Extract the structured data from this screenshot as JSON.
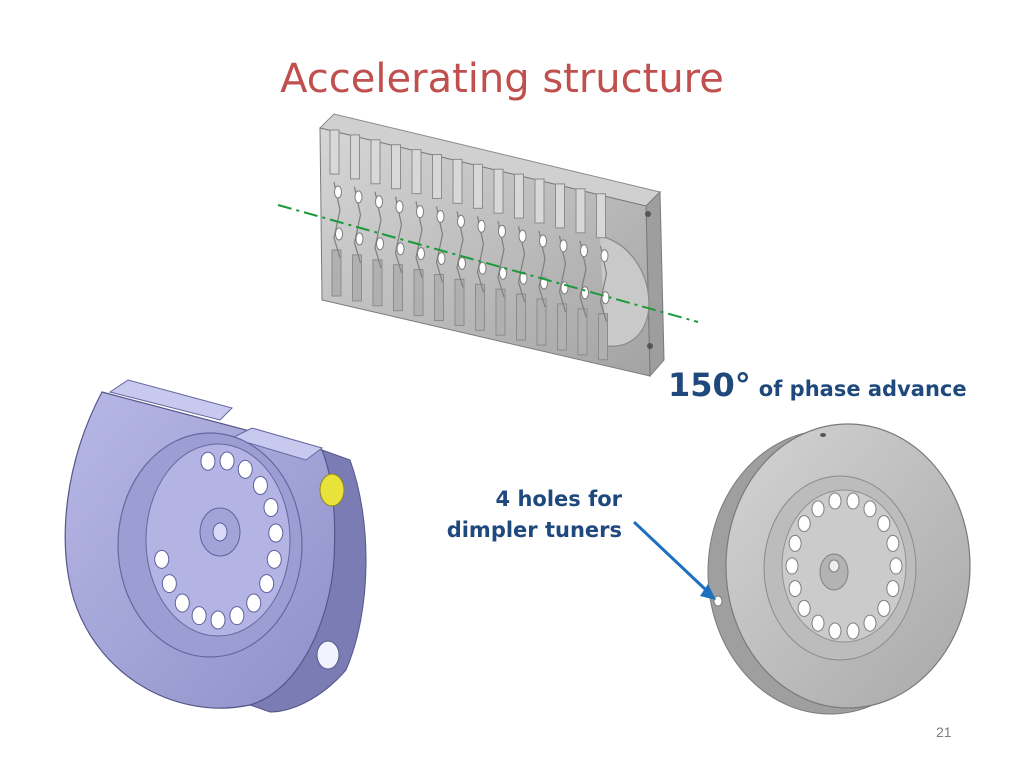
{
  "slide": {
    "title": "Accelerating structure",
    "phase_value": "150°",
    "phase_text": "of phase advance",
    "holes_line1": "4 holes for",
    "holes_line2": "dimpler tuners",
    "page_number": "21"
  },
  "colors": {
    "title": "#c0504d",
    "caption": "#1f497d",
    "axis_line": "#1a9a3a",
    "arrow": "#1f6fbf",
    "gray_part": "#b9b9b9",
    "blue_part": "#a9aadb",
    "tuner_port": "#e8e23a"
  },
  "images": [
    {
      "name": "structure-half-cad",
      "description": "half accelerating structure"
    },
    {
      "name": "blue-cell-cad"
    },
    {
      "name": "gray-disk-cad"
    }
  ]
}
